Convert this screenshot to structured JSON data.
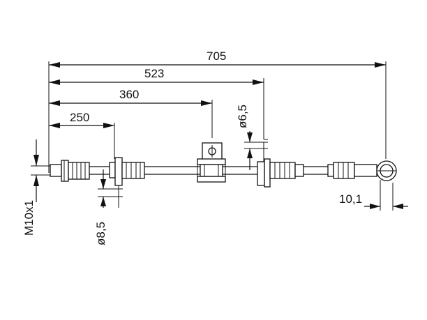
{
  "drawing": {
    "dim_705": "705",
    "dim_523": "523",
    "dim_360": "360",
    "dim_250": "250",
    "dim_d65": "ø6,5",
    "dim_d85": "ø8,5",
    "dim_thread": "M10x1",
    "dim_101": "10,1"
  },
  "colors": {
    "ink": "#111111",
    "background": "#ffffff"
  }
}
